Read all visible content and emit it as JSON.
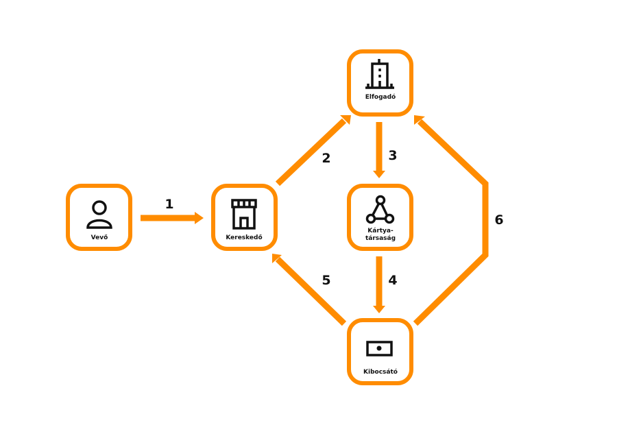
{
  "colors": {
    "accent": "#FF8C00",
    "text": "#111111"
  },
  "nodes": {
    "buyer": {
      "label": "Vevő",
      "icon": "person-icon"
    },
    "merchant": {
      "label": "Kereskedő",
      "icon": "store-icon"
    },
    "acquirer": {
      "label": "Elfogadó",
      "icon": "building-icon"
    },
    "card_network": {
      "label_line1": "Kártya-",
      "label_line2": "társaság",
      "icon": "network-icon"
    },
    "issuer": {
      "label": "Kibocsátó",
      "icon": "card-icon"
    }
  },
  "edges": [
    {
      "label": "1",
      "from": "Vevő",
      "to": "Kereskedő"
    },
    {
      "label": "2",
      "from": "Kereskedő",
      "to": "Elfogadó"
    },
    {
      "label": "3",
      "from": "Elfogadó",
      "to": "Kártya-társaság"
    },
    {
      "label": "4",
      "from": "Kártya-társaság",
      "to": "Kibocsátó"
    },
    {
      "label": "5",
      "from": "Kibocsátó",
      "to": "Kereskedő"
    },
    {
      "label": "6",
      "from": "Kibocsátó",
      "to": "Elfogadó"
    }
  ]
}
